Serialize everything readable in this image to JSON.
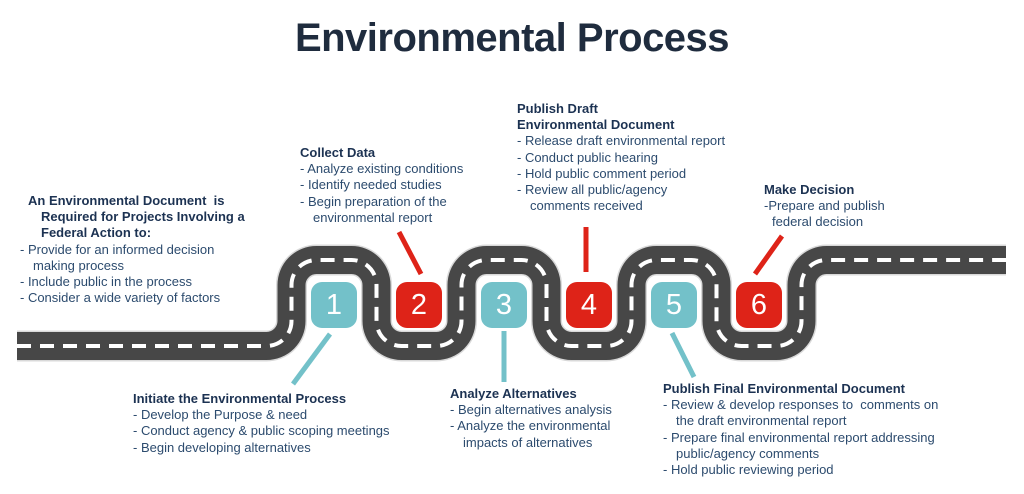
{
  "title": "Environmental Process",
  "colors": {
    "road": "#474747",
    "road_edge": "#d9d9d9",
    "dash": "#ffffff",
    "teal": "#73c1c9",
    "red": "#de2318",
    "heading_text": "#1c3252",
    "body_text": "#2c4b6e",
    "title_text": "#1f2c3e"
  },
  "intro": {
    "heading": [
      "An Environmental Document  is",
      "Required for Projects Involving a",
      "Federal Action to:"
    ],
    "lines": [
      "- Provide for an informed decision",
      "making process",
      "- Include public in the process",
      "- Consider a wide variety of factors"
    ]
  },
  "steps": [
    {
      "number": "1",
      "accent": "teal",
      "heading": [
        "Initiate the Environmental Process"
      ],
      "lines": [
        "- Develop the Purpose & need",
        "- Conduct agency & public scoping meetings",
        "- Begin developing alternatives"
      ]
    },
    {
      "number": "2",
      "accent": "red",
      "heading": [
        "Collect Data"
      ],
      "lines": [
        "- Analyze existing conditions",
        "- Identify needed studies",
        "- Begin preparation of the",
        "environmental report"
      ]
    },
    {
      "number": "3",
      "accent": "teal",
      "heading": [
        "Analyze Alternatives"
      ],
      "lines": [
        "- Begin alternatives analysis",
        "- Analyze the environmental",
        "impacts of alternatives"
      ]
    },
    {
      "number": "4",
      "accent": "red",
      "heading": [
        "Publish Draft",
        "Environmental Document"
      ],
      "lines": [
        "- Release draft environmental report",
        "- Conduct public hearing",
        "- Hold public comment period",
        "- Review all public/agency",
        "comments received"
      ]
    },
    {
      "number": "5",
      "accent": "teal",
      "heading": [
        "Publish Final Environmental Document"
      ],
      "lines": [
        "- Review & develop responses to  comments on",
        "the draft environmental report",
        "- Prepare final environmental report addressing",
        "public/agency comments",
        "- Hold public reviewing period"
      ]
    },
    {
      "number": "6",
      "accent": "red",
      "heading": [
        "Make Decision"
      ],
      "lines": [
        "-Prepare and publish",
        "federal decision"
      ]
    }
  ]
}
